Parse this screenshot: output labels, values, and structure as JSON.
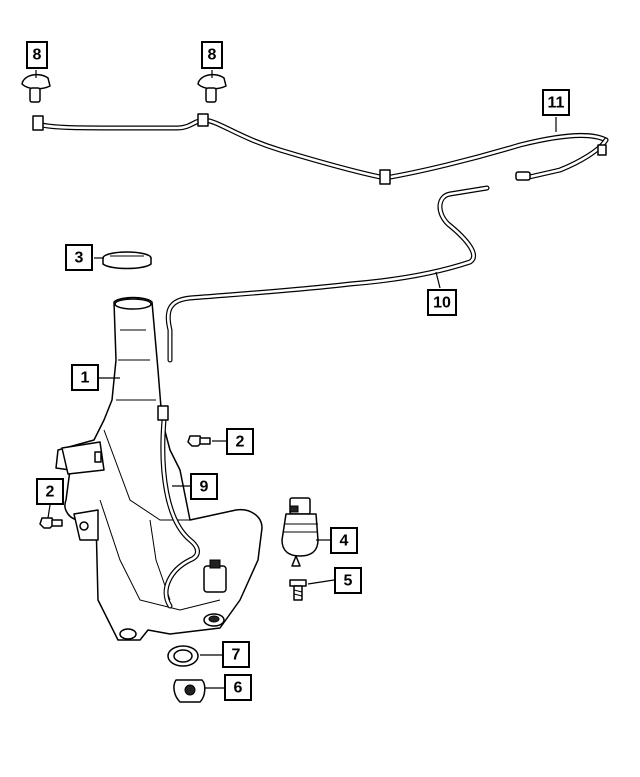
{
  "callouts": [
    {
      "id": "c-8a",
      "label": "8"
    },
    {
      "id": "c-8b",
      "label": "8"
    },
    {
      "id": "c-11",
      "label": "11"
    },
    {
      "id": "c-3",
      "label": "3"
    },
    {
      "id": "c-10",
      "label": "10"
    },
    {
      "id": "c-1",
      "label": "1"
    },
    {
      "id": "c-2a",
      "label": "2"
    },
    {
      "id": "c-2b",
      "label": "2"
    },
    {
      "id": "c-9",
      "label": "9"
    },
    {
      "id": "c-4",
      "label": "4"
    },
    {
      "id": "c-5",
      "label": "5"
    },
    {
      "id": "c-7",
      "label": "7"
    },
    {
      "id": "c-6",
      "label": "6"
    }
  ],
  "colors": {
    "line": "#000000",
    "background": "#ffffff",
    "shade": "#222222"
  }
}
